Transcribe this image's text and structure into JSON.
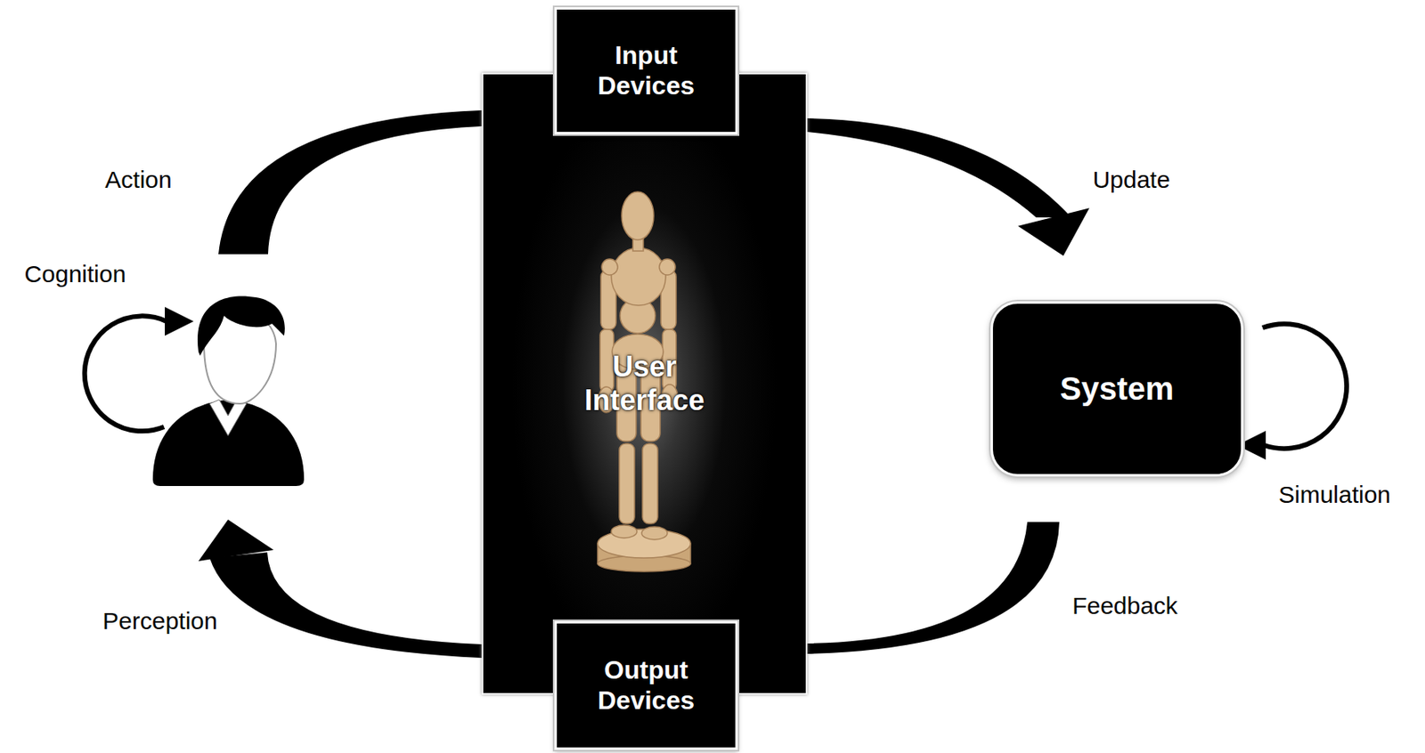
{
  "diagram": {
    "nodes": [
      {
        "text": [
          "User Interface"
        ]
      },
      {
        "text": [
          "Input Devices"
        ],
        "in": 0
      },
      {
        "text": [
          "Output Devices"
        ],
        "in": 0
      },
      {
        "text": [
          "System"
        ]
      }
    ],
    "edges": [
      {
        "from": 0,
        "to": 3,
        "arrow": "to",
        "label": "Update"
      },
      {
        "from": 3,
        "to": 0,
        "arrow": "none",
        "label": "Feedback"
      }
    ],
    "labels": [
      "Action",
      "Cognition",
      "Simulation",
      "Perception"
    ]
  }
}
